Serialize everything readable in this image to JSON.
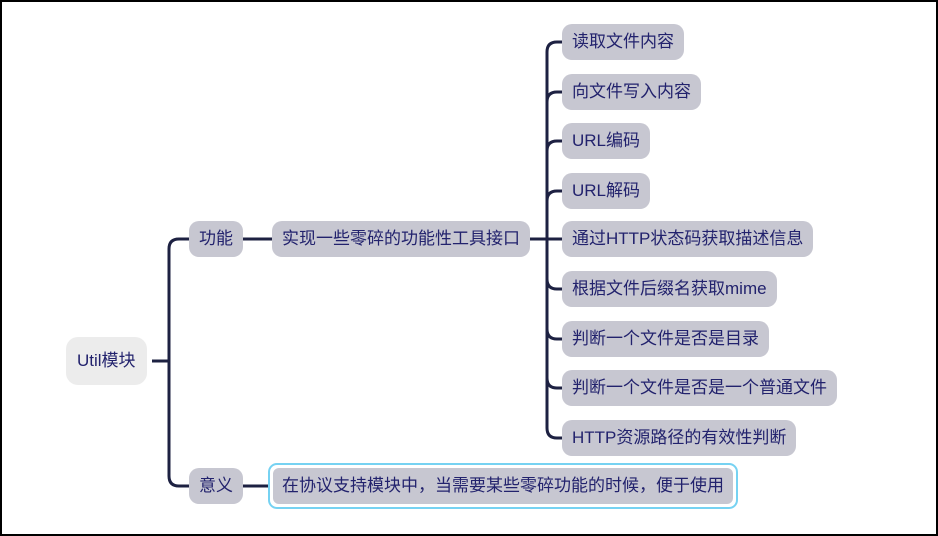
{
  "root": {
    "label": "Util模块"
  },
  "branch_function": {
    "label": "功能",
    "summary": "实现一些零碎的功能性工具接口",
    "leaves": [
      "读取文件内容",
      "向文件写入内容",
      "URL编码",
      "URL解码",
      "通过HTTP状态码获取描述信息",
      "根据文件后缀名获取mime",
      "判断一个文件是否是目录",
      "判断一个文件是否是一个普通文件",
      "HTTP资源路径的有效性判断"
    ]
  },
  "branch_meaning": {
    "label": "意义",
    "note": "在协议支持模块中，当需要某些零碎功能的时候，便于使用"
  },
  "colors": {
    "node_fill": "#c7c7d1",
    "root_fill": "#ececec",
    "text": "#22226d",
    "line": "#1d2142",
    "selection_border": "#76d2f2",
    "frame_border": "#000000"
  }
}
